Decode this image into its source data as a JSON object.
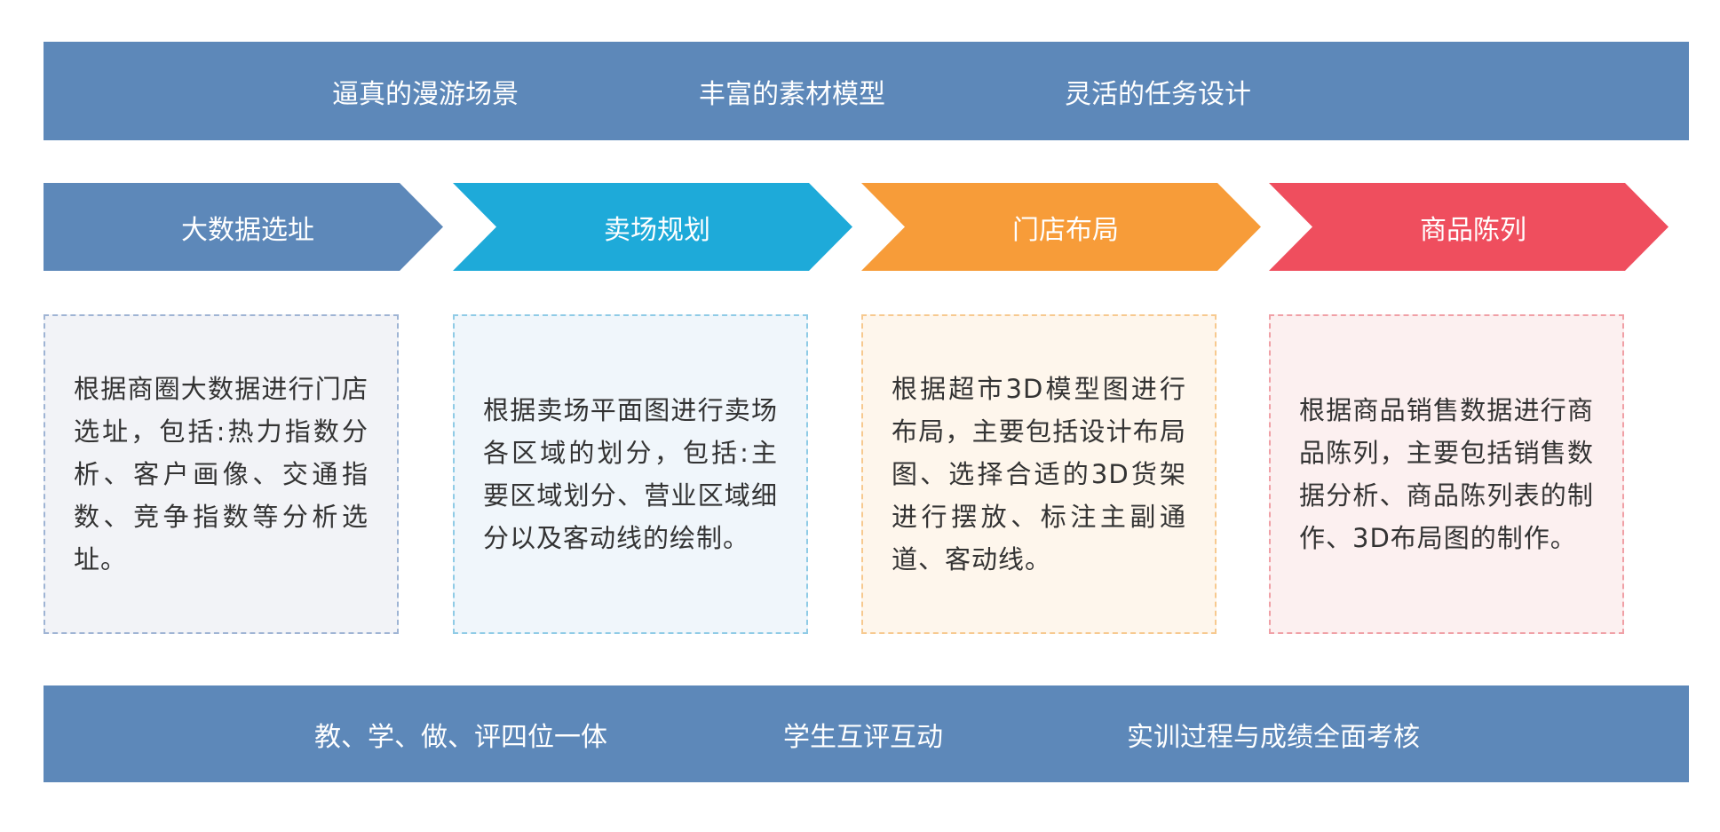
{
  "top_bar": {
    "items": [
      "逼真的漫游场景",
      "丰富的素材模型",
      "灵活的任务设计"
    ]
  },
  "steps": [
    {
      "title": "大数据选址",
      "color": "#5d88b9",
      "description": "根据商圈大数据进行门店选址，包括:热力指数分析、客户画像、交通指数、竞争指数等分析选址。"
    },
    {
      "title": "卖场规划",
      "color": "#1eaad9",
      "description": "根据卖场平面图进行卖场各区域的划分，包括:主要区域划分、营业区域细分以及客动线的绘制。"
    },
    {
      "title": "门店布局",
      "color": "#f79c39",
      "description": "根据超市3D模型图进行布局，主要包括设计布局图、选择合适的3D货架进行摆放、标注主副通道、客动线。"
    },
    {
      "title": "商品陈列",
      "color": "#ef4e5e",
      "description": "根据商品销售数据进行商品陈列，主要包括销售数据分析、商品陈列表的制作、3D布局图的制作。"
    }
  ],
  "bottom_bar": {
    "items": [
      "教、学、做、评四位一体",
      "学生互评互动",
      "实训过程与成绩全面考核"
    ]
  }
}
